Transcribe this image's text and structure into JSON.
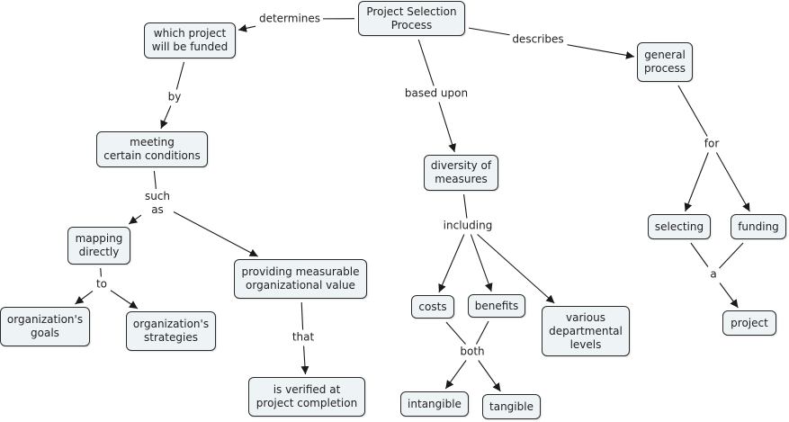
{
  "title": "Project Selection Process concept map",
  "colors": {
    "node_fill": "#eef3f5",
    "node_border": "#2b2b2b",
    "line": "#1a1a1a",
    "text": "#1f1f1f"
  },
  "nodes": {
    "project_selection_process": {
      "label": "Project Selection\nProcess"
    },
    "which_project_funded": {
      "label": "which project\nwill be funded"
    },
    "general_process": {
      "label": "general\nprocess"
    },
    "meeting_conditions": {
      "label": "meeting\ncertain conditions"
    },
    "diversity_measures": {
      "label": "diversity of\nmeasures"
    },
    "mapping_directly": {
      "label": "mapping\ndirectly"
    },
    "providing_value": {
      "label": "providing measurable\norganizational value"
    },
    "org_goals": {
      "label": "organization's\ngoals"
    },
    "org_strategies": {
      "label": "organization's\nstrategies"
    },
    "verified_completion": {
      "label": "is verified at\nproject completion"
    },
    "costs": {
      "label": "costs"
    },
    "benefits": {
      "label": "benefits"
    },
    "departmental_levels": {
      "label": "various\ndepartmental\nlevels"
    },
    "intangible": {
      "label": "intangible"
    },
    "tangible": {
      "label": "tangible"
    },
    "selecting": {
      "label": "selecting"
    },
    "funding": {
      "label": "funding"
    },
    "project": {
      "label": "project"
    }
  },
  "links": {
    "determines": {
      "label": "determines",
      "from": [
        "project_selection_process"
      ],
      "to": [
        "which_project_funded"
      ]
    },
    "describes": {
      "label": "describes",
      "from": [
        "project_selection_process"
      ],
      "to": [
        "general_process"
      ]
    },
    "based_upon": {
      "label": "based upon",
      "from": [
        "project_selection_process"
      ],
      "to": [
        "diversity_measures"
      ]
    },
    "by": {
      "label": "by",
      "from": [
        "which_project_funded"
      ],
      "to": [
        "meeting_conditions"
      ]
    },
    "such_as": {
      "label": "such\nas",
      "from": [
        "meeting_conditions"
      ],
      "to": [
        "mapping_directly",
        "providing_value"
      ]
    },
    "to": {
      "label": "to",
      "from": [
        "mapping_directly"
      ],
      "to": [
        "org_goals",
        "org_strategies"
      ]
    },
    "that": {
      "label": "that",
      "from": [
        "providing_value"
      ],
      "to": [
        "verified_completion"
      ]
    },
    "including": {
      "label": "including",
      "from": [
        "diversity_measures"
      ],
      "to": [
        "costs",
        "benefits",
        "departmental_levels"
      ]
    },
    "both": {
      "label": "both",
      "from": [
        "costs",
        "benefits"
      ],
      "to": [
        "intangible",
        "tangible"
      ]
    },
    "for": {
      "label": "for",
      "from": [
        "general_process"
      ],
      "to": [
        "selecting",
        "funding"
      ]
    },
    "a": {
      "label": "a",
      "from": [
        "selecting",
        "funding"
      ],
      "to": [
        "project"
      ]
    }
  }
}
